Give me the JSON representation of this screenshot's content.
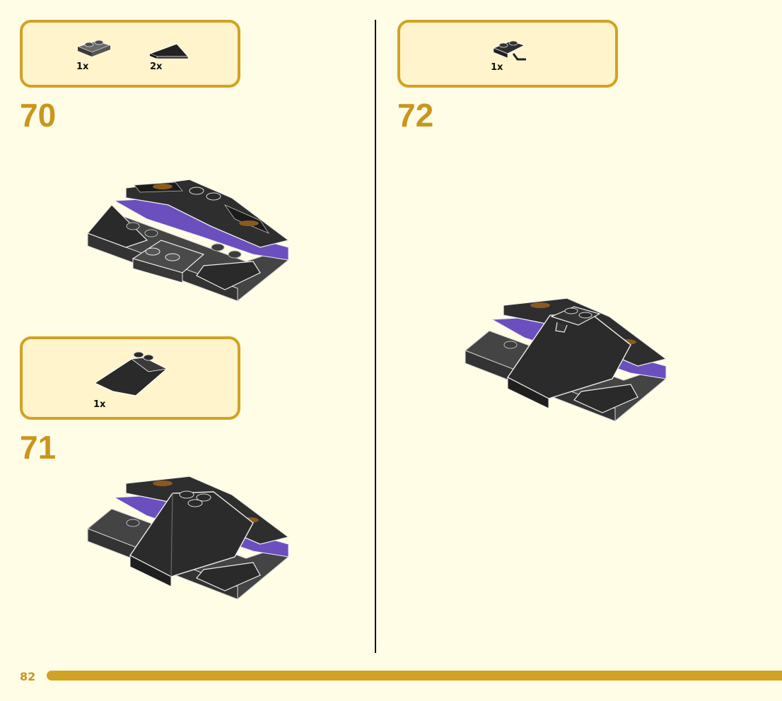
{
  "page_number": "82",
  "colors": {
    "accent": "#d1a224",
    "step_number": "#c9961d",
    "page_background": "#fffde6",
    "parts_box_fill": "#fff4cc",
    "brick_dark": "#2b2b2b",
    "brick_grey": "#4a4a4a",
    "brick_purple": "#6b4fbf"
  },
  "steps": [
    {
      "number": "70",
      "parts": [
        {
          "icon": "dark-grey-plate-1x2-icon",
          "qty": "1x"
        },
        {
          "icon": "black-wedge-plate-icon",
          "qty": "2x"
        }
      ]
    },
    {
      "number": "71",
      "parts": [
        {
          "icon": "black-wedge-slope-icon",
          "qty": "1x"
        }
      ]
    },
    {
      "number": "72",
      "parts": [
        {
          "icon": "black-plate-with-clip-icon",
          "qty": "1x"
        }
      ]
    }
  ]
}
